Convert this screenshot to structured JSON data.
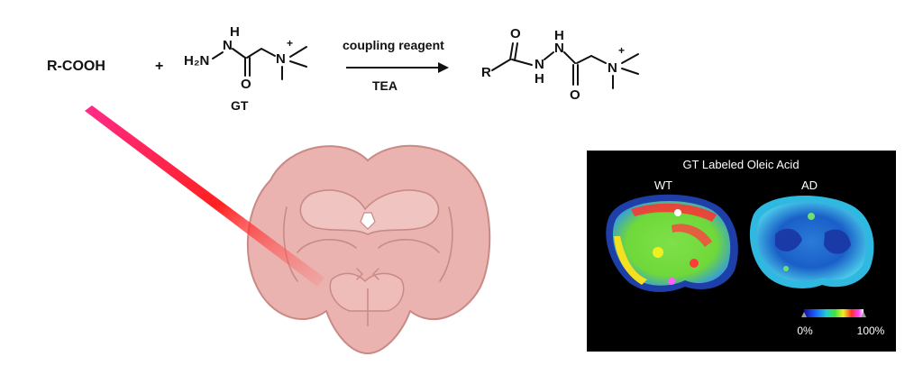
{
  "reaction": {
    "reactant1": "R-COOH",
    "plus": "+",
    "gt_h": "H",
    "gt_n_top": "N",
    "gt_h2n": "H₂N",
    "gt_o": "O",
    "gt_nplus": "N",
    "gt_plus_charge": "+",
    "gt_name": "GT",
    "arrow_top": "coupling reagent",
    "arrow_bottom": "TEA",
    "prod_r": "R",
    "prod_o_top": "O",
    "prod_n1": "N",
    "prod_h1": "H",
    "prod_n2": "N",
    "prod_h2": "H",
    "prod_o_bottom": "O",
    "prod_nplus": "N",
    "prod_plus_charge": "+"
  },
  "imaging_panel": {
    "title": "GT Labeled Oleic Acid",
    "left_label": "WT",
    "right_label": "AD",
    "scale_min": "0%",
    "scale_max": "100%"
  },
  "colors": {
    "brain_fill": "#eab3b0",
    "brain_stroke": "#c98a86",
    "laser_start": "#ff2a8a",
    "laser_end": "#ff2222",
    "panel_bg": "#000000"
  },
  "icons": {
    "laser": "laser-beam",
    "brain": "brain-coronal-section"
  }
}
